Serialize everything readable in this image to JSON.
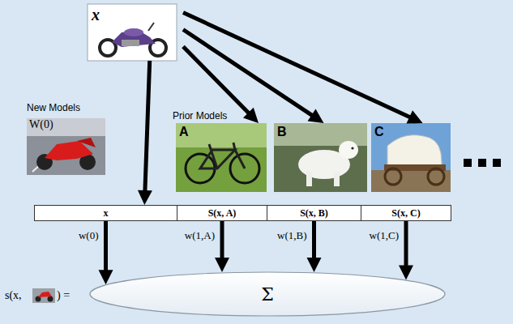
{
  "diagram": {
    "nodes": [
      {
        "text": [
          "x"
        ]
      },
      {
        "text": [
          "New Models",
          "W(0)"
        ]
      },
      {
        "text": [
          "A"
        ]
      },
      {
        "text": [
          "B"
        ]
      },
      {
        "text": [
          "C"
        ]
      },
      {
        "text": [
          "x"
        ]
      },
      {
        "text": [
          "S(x, A)"
        ]
      },
      {
        "text": [
          "S(x, B)"
        ]
      },
      {
        "text": [
          "S(x, C)"
        ]
      },
      {
        "text": [
          "Σ"
        ]
      }
    ],
    "edges": [
      {
        "from": 0,
        "to": 5,
        "arrow": "to"
      },
      {
        "from": 0,
        "to": 2,
        "arrow": "to"
      },
      {
        "from": 0,
        "to": 3,
        "arrow": "to"
      },
      {
        "from": 0,
        "to": 4,
        "arrow": "to"
      },
      {
        "from": 5,
        "to": 9,
        "label": "w(0)",
        "arrow": "to"
      },
      {
        "from": 6,
        "to": 9,
        "label": "w(1,A)",
        "arrow": "to"
      },
      {
        "from": 7,
        "to": 9,
        "label": "w(1,B)",
        "arrow": "to"
      },
      {
        "from": 8,
        "to": 9,
        "label": "w(1,C)",
        "arrow": "to"
      }
    ],
    "labels": [
      "Prior Models",
      "s(x,",
      ") ="
    ]
  }
}
